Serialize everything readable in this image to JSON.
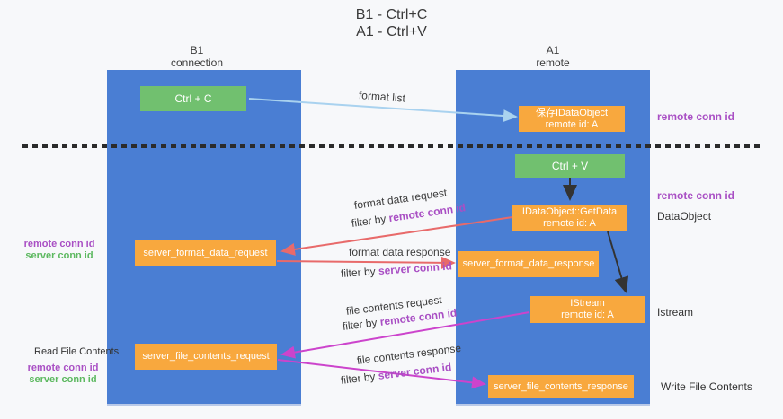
{
  "title": {
    "line1": "B1 - Ctrl+C",
    "line2": "A1 - Ctrl+V"
  },
  "columns": {
    "left": {
      "header_line1": "B1",
      "header_line2": "connection"
    },
    "right": {
      "header_line1": "A1",
      "header_line2": "remote"
    }
  },
  "nodes": {
    "ctrl_c": "Ctrl + C",
    "save_idataobject": {
      "line1": "保存IDataObject",
      "line2": "remote id: A"
    },
    "ctrl_v": "Ctrl + V",
    "getdata": {
      "line1": "IDataObject::GetData",
      "line2": "remote id: A"
    },
    "format_request": "server_format_data_request",
    "format_response": "server_format_data_response",
    "istream": {
      "line1": "IStream",
      "line2": "remote id: A"
    },
    "file_request": "server_file_contents_request",
    "file_response": "server_file_contents_response"
  },
  "side_labels": {
    "remote_conn_id_top": "remote conn id",
    "remote_conn_id_mid": "remote conn id",
    "dataobject": "DataObject",
    "istream": "Istream",
    "write_file_contents": "Write File Contents",
    "read_file_contents": "Read File Contents",
    "left_remote_conn_id": "remote conn id",
    "left_server_conn_id": "server conn id"
  },
  "arrow_labels": {
    "format_list": "format list",
    "format_data_request": "format data request",
    "format_data_response": "format data response",
    "file_contents_request": "file contents request",
    "file_contents_response": "file contents response",
    "filter_prefix": "filter by ",
    "remote_conn_id": "remote conn id",
    "server_conn_id": "server conn id"
  },
  "colors": {
    "lane_blue": "#4a7ed3",
    "box_green": "#71c06f",
    "box_orange": "#f8a83e",
    "label_purple": "#a94fc4",
    "label_green": "#5cb85f",
    "arrow_lightblue": "#a9d2ef",
    "arrow_red": "#e86a6a",
    "arrow_magenta": "#cc44cc",
    "arrow_black": "#333333"
  }
}
